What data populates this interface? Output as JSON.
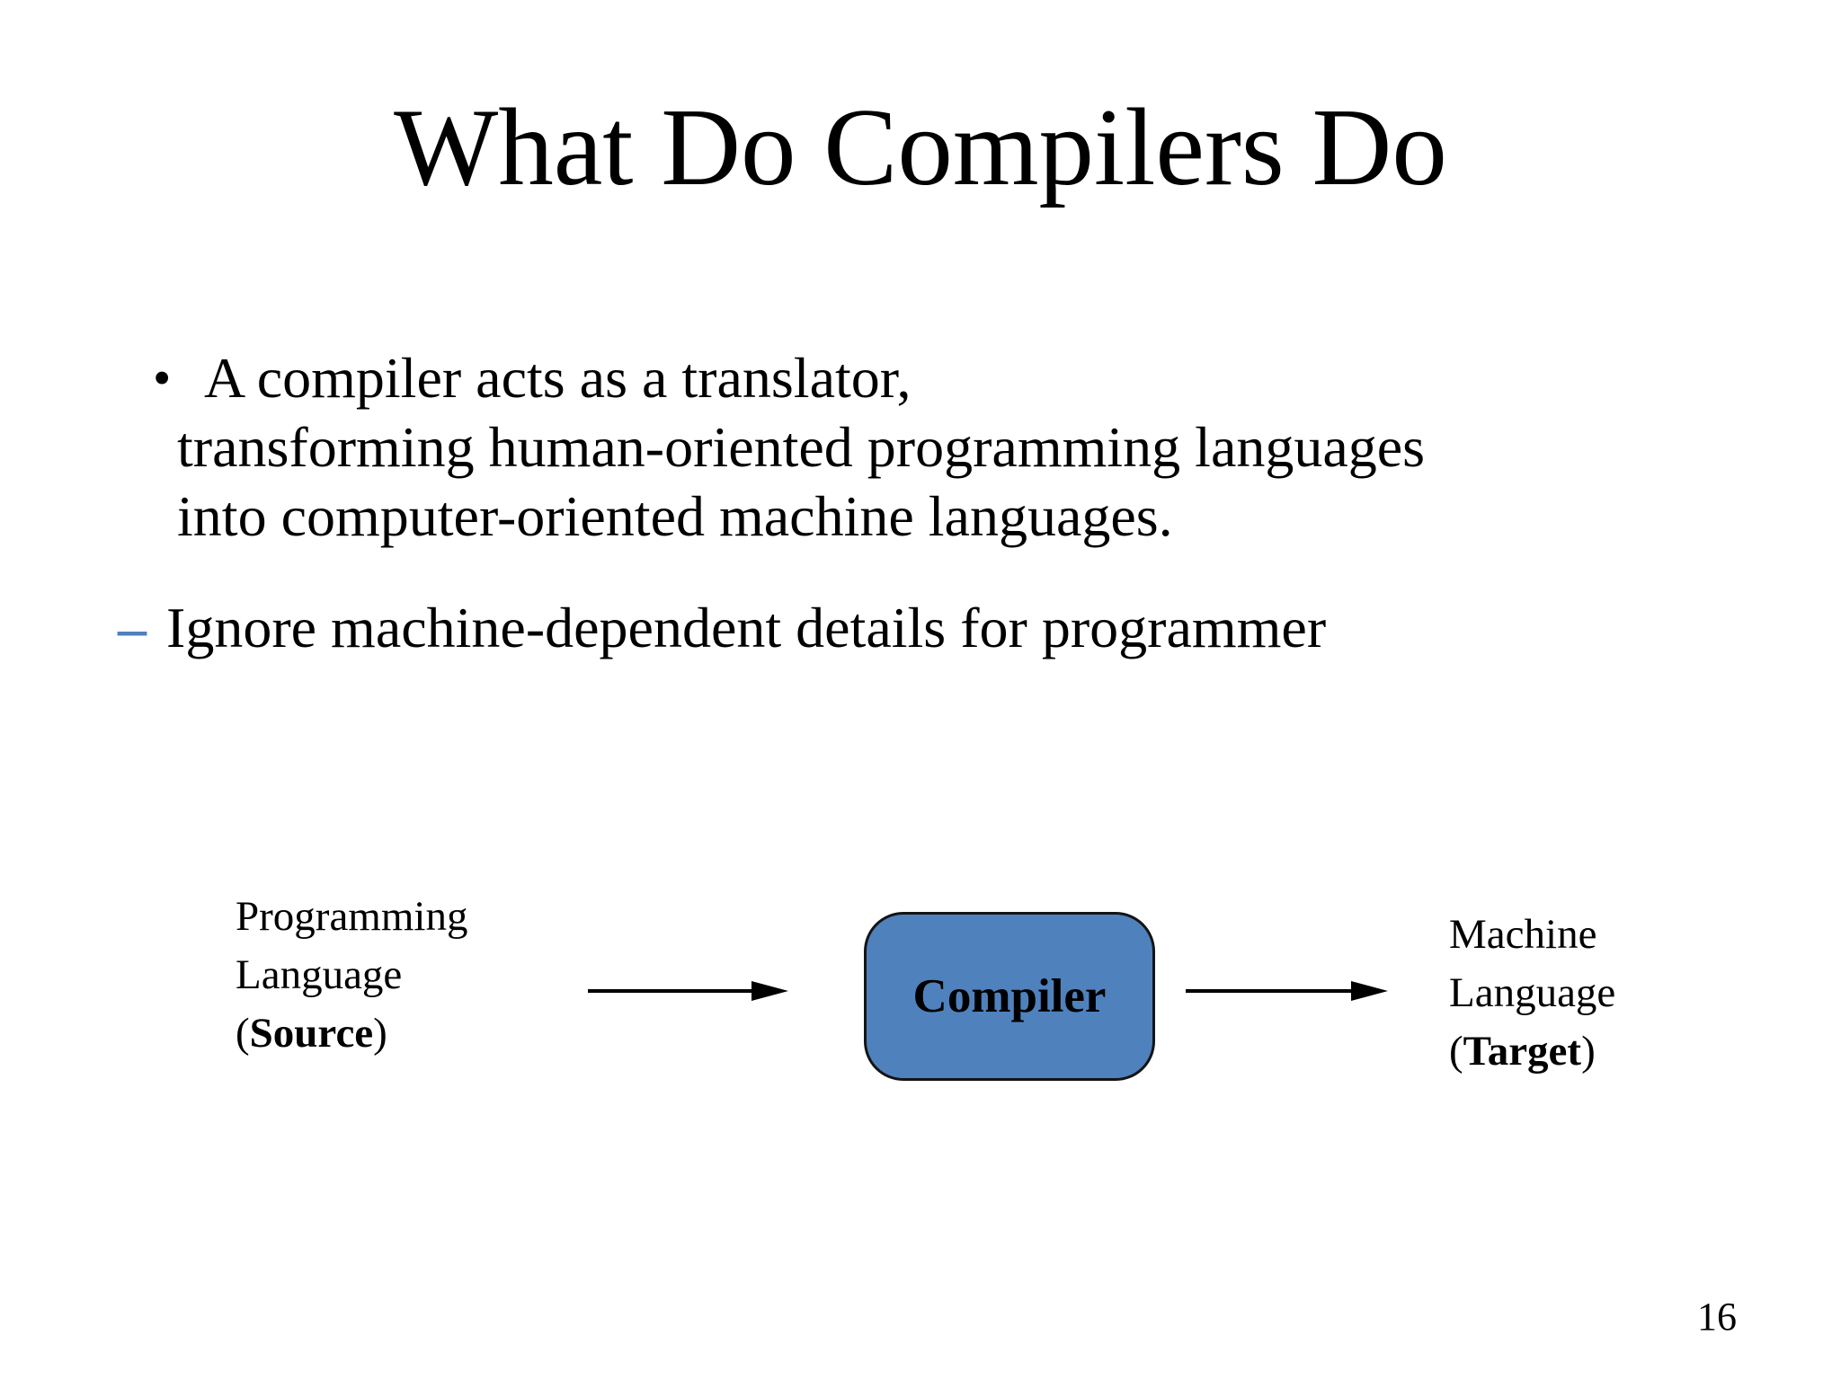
{
  "slide": {
    "title": "What Do Compilers Do",
    "page_number": "16",
    "colors": {
      "background": "#ffffff",
      "text": "#000000",
      "accent_blue": "#4f81bd"
    },
    "bullets": {
      "item1": {
        "marker": "•",
        "line1": "A compiler acts as a translator,",
        "line2": "transforming human-oriented programming languages",
        "line3": "into computer-oriented machine languages."
      },
      "item2": {
        "marker": "–",
        "text": "Ignore machine-dependent details for programmer"
      }
    },
    "diagram": {
      "source_label": {
        "line1": "Programming",
        "line2": "Language",
        "line3_open": "(",
        "line3_bold": "Source",
        "line3_close": ")"
      },
      "compiler_box_label": "Compiler",
      "target_label": {
        "line1": "Machine",
        "line2": "Language",
        "line3_open": "(",
        "line3_bold": "Target",
        "line3_close": ")"
      }
    }
  }
}
